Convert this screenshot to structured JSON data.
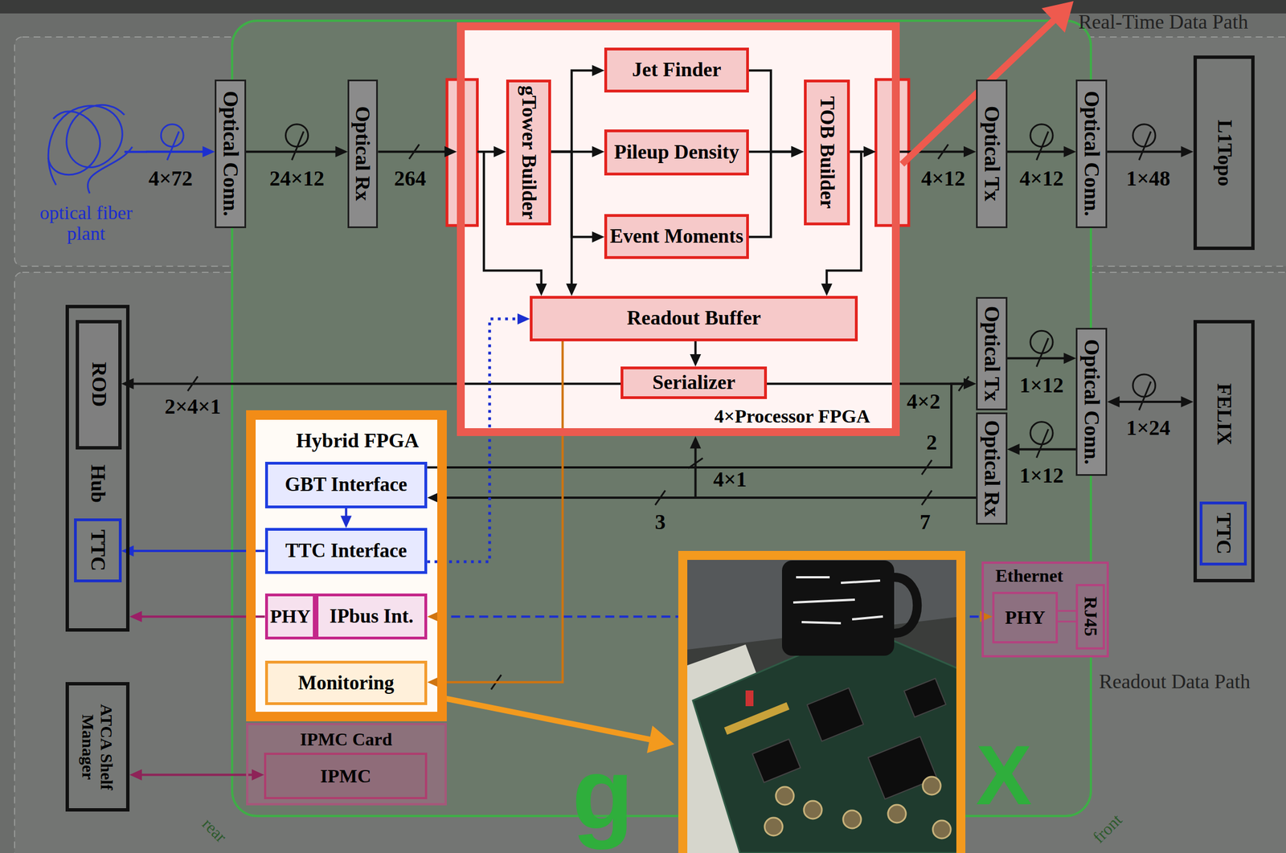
{
  "diagram": {
    "nodes": [
      {
        "text": [
          "optical fiber plant"
        ]
      },
      {
        "text": [
          "Optical Conn."
        ]
      },
      {
        "text": [
          "Optical Rx"
        ]
      },
      {
        "text": [
          "4×Processor FPGA"
        ]
      },
      {
        "text": [
          "gTower Builder"
        ],
        "in": 3
      },
      {
        "text": [
          "Jet Finder"
        ],
        "in": 3
      },
      {
        "text": [
          "Pileup Density"
        ],
        "in": 3
      },
      {
        "text": [
          "Event Moments"
        ],
        "in": 3
      },
      {
        "text": [
          "TOB Builder"
        ],
        "in": 3
      },
      {
        "text": [
          "Readout Buffer"
        ],
        "in": 3
      },
      {
        "text": [
          "Serializer"
        ],
        "in": 3
      },
      {
        "text": [
          "Optical Tx"
        ]
      },
      {
        "text": [
          "Optical Conn."
        ]
      },
      {
        "text": [
          "L1Topo"
        ]
      },
      {
        "text": [
          "Hub"
        ]
      },
      {
        "text": [
          "ROD"
        ],
        "in": 14
      },
      {
        "text": [
          "TTC"
        ],
        "in": 14
      },
      {
        "text": [
          "Hybrid FPGA"
        ]
      },
      {
        "text": [
          "GBT Interface"
        ],
        "in": 17
      },
      {
        "text": [
          "TTC Interface"
        ],
        "in": 17
      },
      {
        "text": [
          "PHY"
        ],
        "in": 17
      },
      {
        "text": [
          "IPbus Int."
        ],
        "in": 17
      },
      {
        "text": [
          "Monitoring"
        ],
        "in": 17
      },
      {
        "text": [
          "IPMC Card"
        ]
      },
      {
        "text": [
          "IPMC"
        ],
        "in": 23
      },
      {
        "text": [
          "ATCA Shelf Manager"
        ]
      },
      {
        "text": [
          "Optical Tx"
        ]
      },
      {
        "text": [
          "Optical Rx"
        ]
      },
      {
        "text": [
          "Optical Conn."
        ]
      },
      {
        "text": [
          "FELIX"
        ]
      },
      {
        "text": [
          "TTC"
        ],
        "in": 29
      },
      {
        "text": [
          "Ethernet"
        ]
      },
      {
        "text": [
          "PHY"
        ],
        "in": 31
      },
      {
        "text": [
          "RJ45"
        ],
        "in": 31
      }
    ],
    "edges": [
      {
        "from": 0,
        "to": 1,
        "arrow": "to",
        "label": "4×72"
      },
      {
        "from": 1,
        "to": 2,
        "arrow": "to",
        "label": "24×12"
      },
      {
        "from": 2,
        "to": 3,
        "arrow": "to",
        "label": "264"
      },
      {
        "from": 4,
        "to": 5,
        "arrow": "to"
      },
      {
        "from": 4,
        "to": 6,
        "arrow": "to"
      },
      {
        "from": 4,
        "to": 7,
        "arrow": "to"
      },
      {
        "from": 5,
        "to": 8,
        "arrow": "to"
      },
      {
        "from": 6,
        "to": 8,
        "arrow": "to"
      },
      {
        "from": 7,
        "to": 8,
        "arrow": "to"
      },
      {
        "from": 4,
        "to": 9,
        "arrow": "to"
      },
      {
        "from": 8,
        "to": 9,
        "arrow": "to"
      },
      {
        "from": 9,
        "to": 10,
        "arrow": "to"
      },
      {
        "from": 3,
        "to": 11,
        "arrow": "to",
        "label": "4×12"
      },
      {
        "from": 11,
        "to": 12,
        "arrow": "to",
        "label": "4×12"
      },
      {
        "from": 12,
        "to": 13,
        "arrow": "to",
        "label": "1×48"
      },
      {
        "from": 10,
        "to": 15,
        "arrow": "to",
        "label": "2×4×1"
      },
      {
        "from": 10,
        "to": 26,
        "arrow": "to",
        "label": "4×2"
      },
      {
        "from": 26,
        "to": 28,
        "arrow": "to",
        "label": "1×12"
      },
      {
        "from": 28,
        "to": 27,
        "arrow": "to",
        "label": "1×12"
      },
      {
        "from": 28,
        "to": 29,
        "arrow": "both",
        "label": "1×24"
      },
      {
        "from": 27,
        "to": 18,
        "arrow": "to",
        "label": "3"
      },
      {
        "from": 27,
        "to": 3,
        "arrow": "to",
        "label": "4×1"
      },
      {
        "from": 18,
        "to": 26,
        "arrow": "to",
        "label": "2"
      },
      {
        "from": 18,
        "to": 19,
        "arrow": "to"
      },
      {
        "from": 19,
        "to": 16,
        "arrow": "to"
      },
      {
        "from": 19,
        "to": 9,
        "arrow": "to"
      },
      {
        "from": 20,
        "to": 14,
        "arrow": "to"
      },
      {
        "from": 21,
        "to": 32,
        "arrow": "both"
      },
      {
        "from": 9,
        "to": 22,
        "arrow": "to"
      },
      {
        "from": 24,
        "to": 25,
        "arrow": "both"
      }
    ],
    "labels": [
      "Real-Time Data Path",
      "Readout Data Path",
      "7",
      "rear",
      "front",
      "g",
      "X"
    ]
  }
}
